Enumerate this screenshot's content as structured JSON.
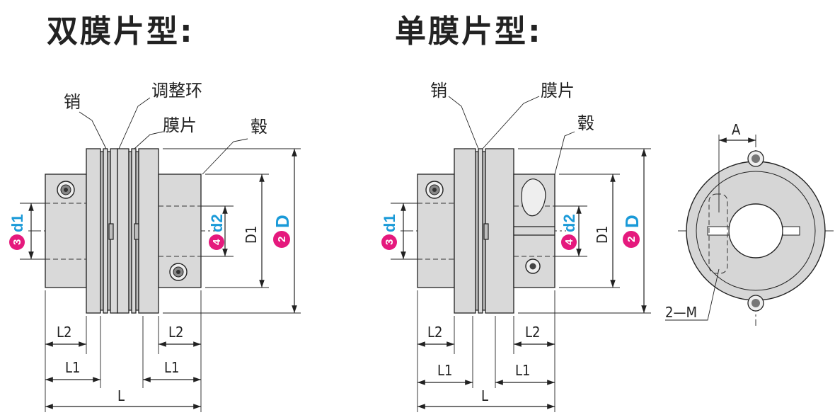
{
  "titles": {
    "double": "双膜片型:",
    "single": "单膜片型:"
  },
  "labels": {
    "pin": "销",
    "adjust_ring": "调整环",
    "diaphragm": "膜片",
    "hub": "毂"
  },
  "dims": {
    "L": "L",
    "L1": "L1",
    "L2": "L2",
    "D1": "D1",
    "A": "A",
    "M": "2—M"
  },
  "callouts": {
    "c3": {
      "num": "3",
      "text": "d1"
    },
    "c4": {
      "num": "4",
      "text": "d2"
    },
    "c2": {
      "num": "2",
      "text": "D"
    }
  },
  "colors": {
    "badge": "#e5197d",
    "blue": "#1a9ad8"
  }
}
